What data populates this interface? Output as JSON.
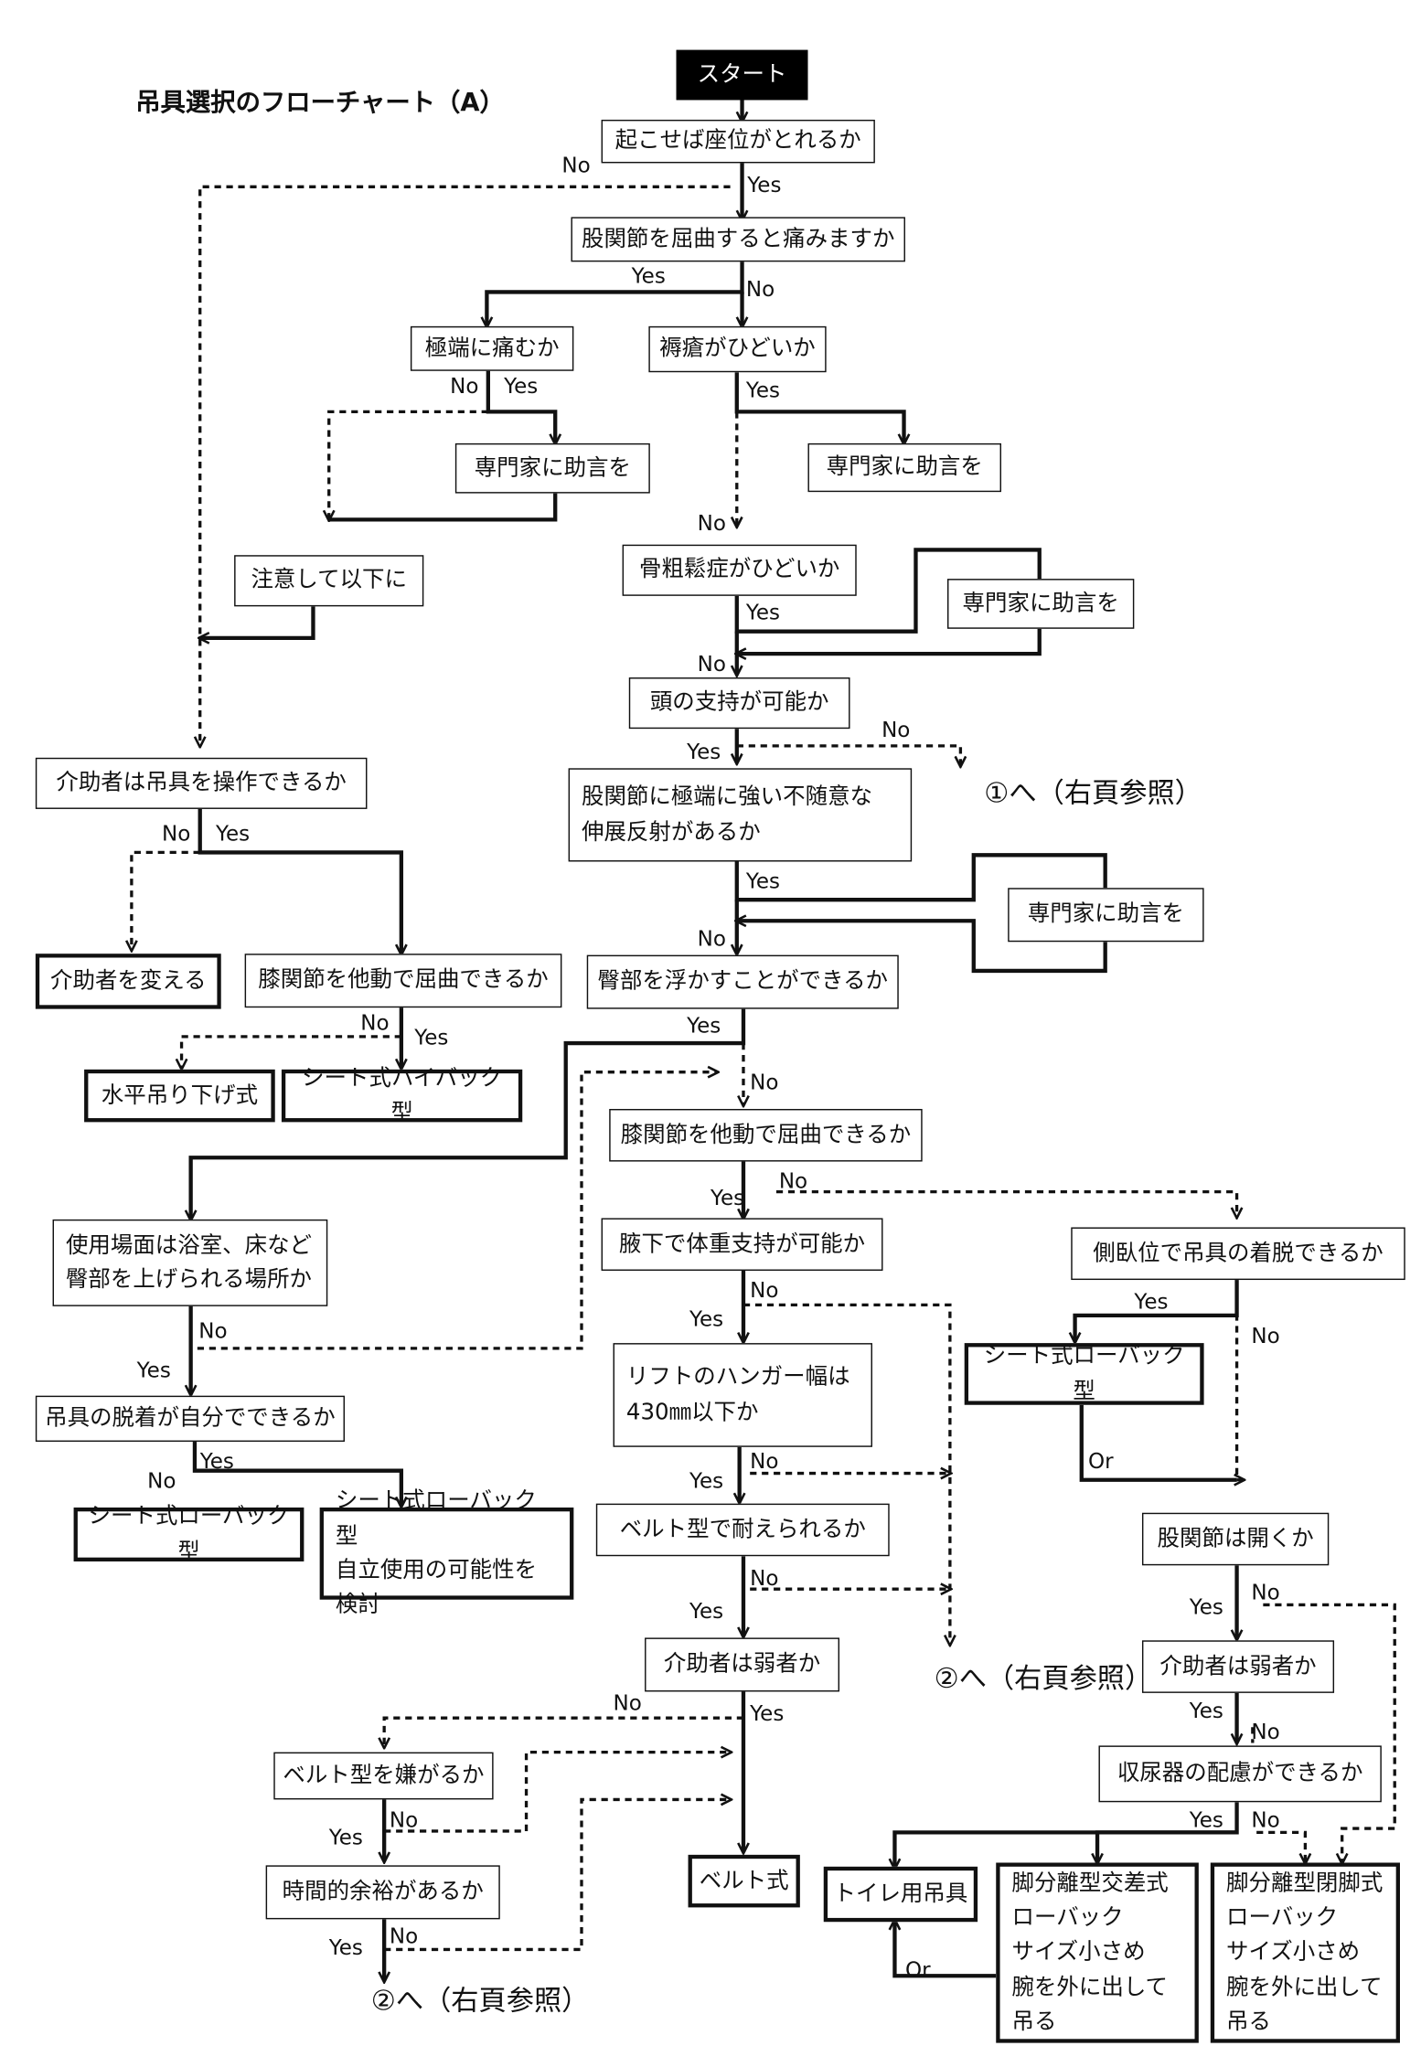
{
  "title": "吊具選択のフローチャート（A）",
  "boxes": {
    "start": "スタート",
    "q_sitting": "起こせば座位がとれるか",
    "q_hip_pain": "股関節を屈曲すると痛みますか",
    "q_extreme_pain": "極端に痛むか",
    "q_bedsore": "褥瘡がひどいか",
    "advice_1": "専門家に助言を",
    "advice_2": "専門家に助言を",
    "caution": "注意して以下に",
    "q_osteoporosis": "骨粗鬆症がひどいか",
    "advice_3": "専門家に助言を",
    "q_head_support": "頭の支持が可能か",
    "q_caregiver_operate": "介助者は吊具を操作できるか",
    "q_hip_reflex": "股関節に極端に強い不随意な\n伸展反射があるか",
    "advice_4": "専門家に助言を",
    "change_caregiver": "介助者を変える",
    "q_knee_flex_1": "膝関節を他動で屈曲できるか",
    "q_lift_hip": "臀部を浮かすことができるか",
    "horizontal_sling": "水平吊り下げ式",
    "sheet_highback": "シート式ハイバック型",
    "q_knee_flex_2": "膝関節を他動で屈曲できるか",
    "q_bath_floor": "使用場面は浴室、床など\n臀部を上げられる場所か",
    "q_armpit": "腋下で体重支持が可能か",
    "q_side_lying": "側臥位で吊具の着脱できるか",
    "q_hanger_width": "リフトのハンガー幅は\n430㎜以下か",
    "sheet_lowback_1": "シート式ローバック型",
    "q_self_attach": "吊具の脱着が自分でできるか",
    "q_belt_endure": "ベルト型で耐えられるか",
    "q_hip_open": "股関節は開くか",
    "sheet_lowback_2": "シート式ローバック型",
    "sheet_lowback_self": "シート式ローバック型\n自立使用の可能性を検討",
    "q_weak_1": "介助者は弱者か",
    "q_weak_2": "介助者は弱者か",
    "q_dislike_belt": "ベルト型を嫌がるか",
    "q_urinal": "収尿器の配慮ができるか",
    "belt": "ベルト式",
    "q_time": "時間的余裕があるか",
    "toilet_sling": "トイレ用吊具",
    "split_cross": "脚分離型交差式\nローバック\nサイズ小さめ\n腕を外に出して吊る",
    "split_closed": "脚分離型閉脚式\nローバック\nサイズ小さめ\n腕を外に出して吊る"
  },
  "labels": {
    "yes": "Yes",
    "no": "No",
    "or": "Or"
  },
  "refs": {
    "ref_1": "①へ（右頁参照）",
    "ref_2a": "②へ（右頁参照）",
    "ref_2b": "②へ（右頁参照）"
  }
}
